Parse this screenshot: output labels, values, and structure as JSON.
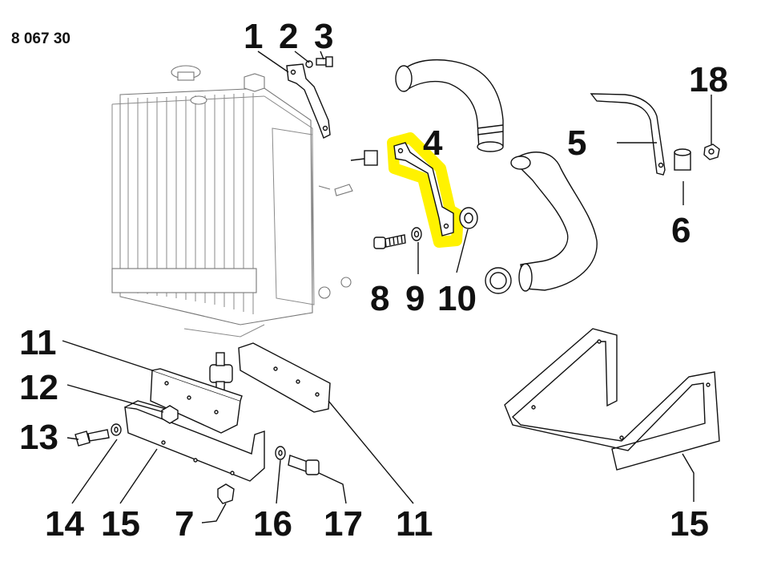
{
  "diagram": {
    "doc_code": "8 067 30",
    "highlight_color": "#fff200",
    "callouts": [
      {
        "id": "c1",
        "text": "1"
      },
      {
        "id": "c2",
        "text": "2"
      },
      {
        "id": "c3",
        "text": "3"
      },
      {
        "id": "c4",
        "text": "4"
      },
      {
        "id": "c5",
        "text": "5"
      },
      {
        "id": "c6",
        "text": "6"
      },
      {
        "id": "c7",
        "text": "7"
      },
      {
        "id": "c8",
        "text": "8"
      },
      {
        "id": "c9",
        "text": "9"
      },
      {
        "id": "c10",
        "text": "10"
      },
      {
        "id": "c11a",
        "text": "11"
      },
      {
        "id": "c11b",
        "text": "11"
      },
      {
        "id": "c12",
        "text": "12"
      },
      {
        "id": "c13",
        "text": "13"
      },
      {
        "id": "c14",
        "text": "14"
      },
      {
        "id": "c15a",
        "text": "15"
      },
      {
        "id": "c15b",
        "text": "15"
      },
      {
        "id": "c16",
        "text": "16"
      },
      {
        "id": "c17",
        "text": "17"
      },
      {
        "id": "c18",
        "text": "18"
      }
    ]
  }
}
